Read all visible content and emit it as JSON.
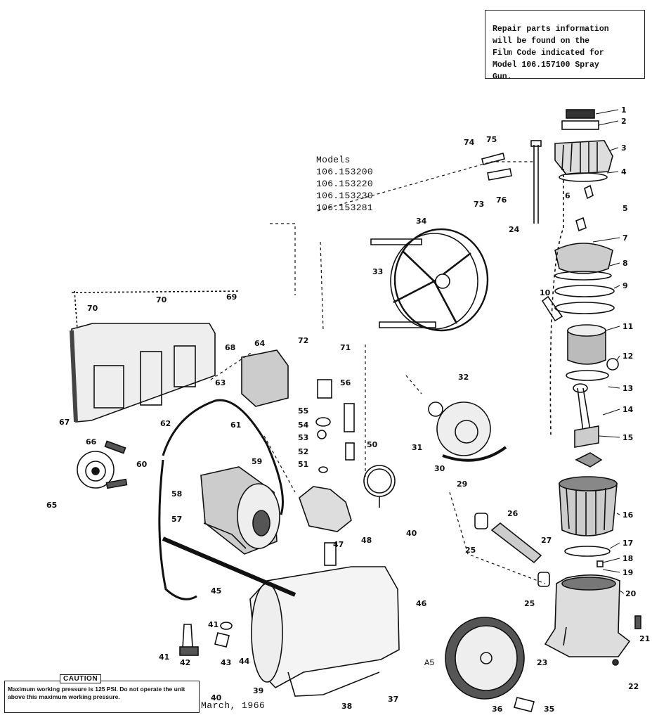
{
  "note": "Repair parts information\nwill be found on the\nFilm Code indicated for\nModel 106.157100 Spray\nGun.",
  "models": {
    "heading": "Models",
    "list": [
      "106.153200",
      "106.153220",
      "106.153230",
      "106.153281"
    ]
  },
  "caution": {
    "title": "CAUTION",
    "text": "Maximum working pressure is 125 PSI. Do not operate the unit above this maximum working pressure."
  },
  "date": "March, 1966",
  "corner_mark": "A5",
  "callouts": [
    "1",
    "2",
    "3",
    "4",
    "5",
    "6",
    "7",
    "8",
    "9",
    "10",
    "11",
    "12",
    "13",
    "14",
    "15",
    "16",
    "17",
    "18",
    "19",
    "20",
    "21",
    "22",
    "23",
    "24",
    "25",
    "26",
    "27",
    "29",
    "30",
    "31",
    "32",
    "33",
    "34",
    "35",
    "36",
    "37",
    "38",
    "39",
    "40",
    "41",
    "42",
    "43",
    "44",
    "45",
    "46",
    "47",
    "48",
    "50",
    "51",
    "52",
    "53",
    "54",
    "55",
    "56",
    "57",
    "58",
    "59",
    "60",
    "61",
    "62",
    "63",
    "64",
    "65",
    "66",
    "67",
    "68",
    "69",
    "70",
    "71",
    "72",
    "73",
    "74",
    "75",
    "76"
  ]
}
